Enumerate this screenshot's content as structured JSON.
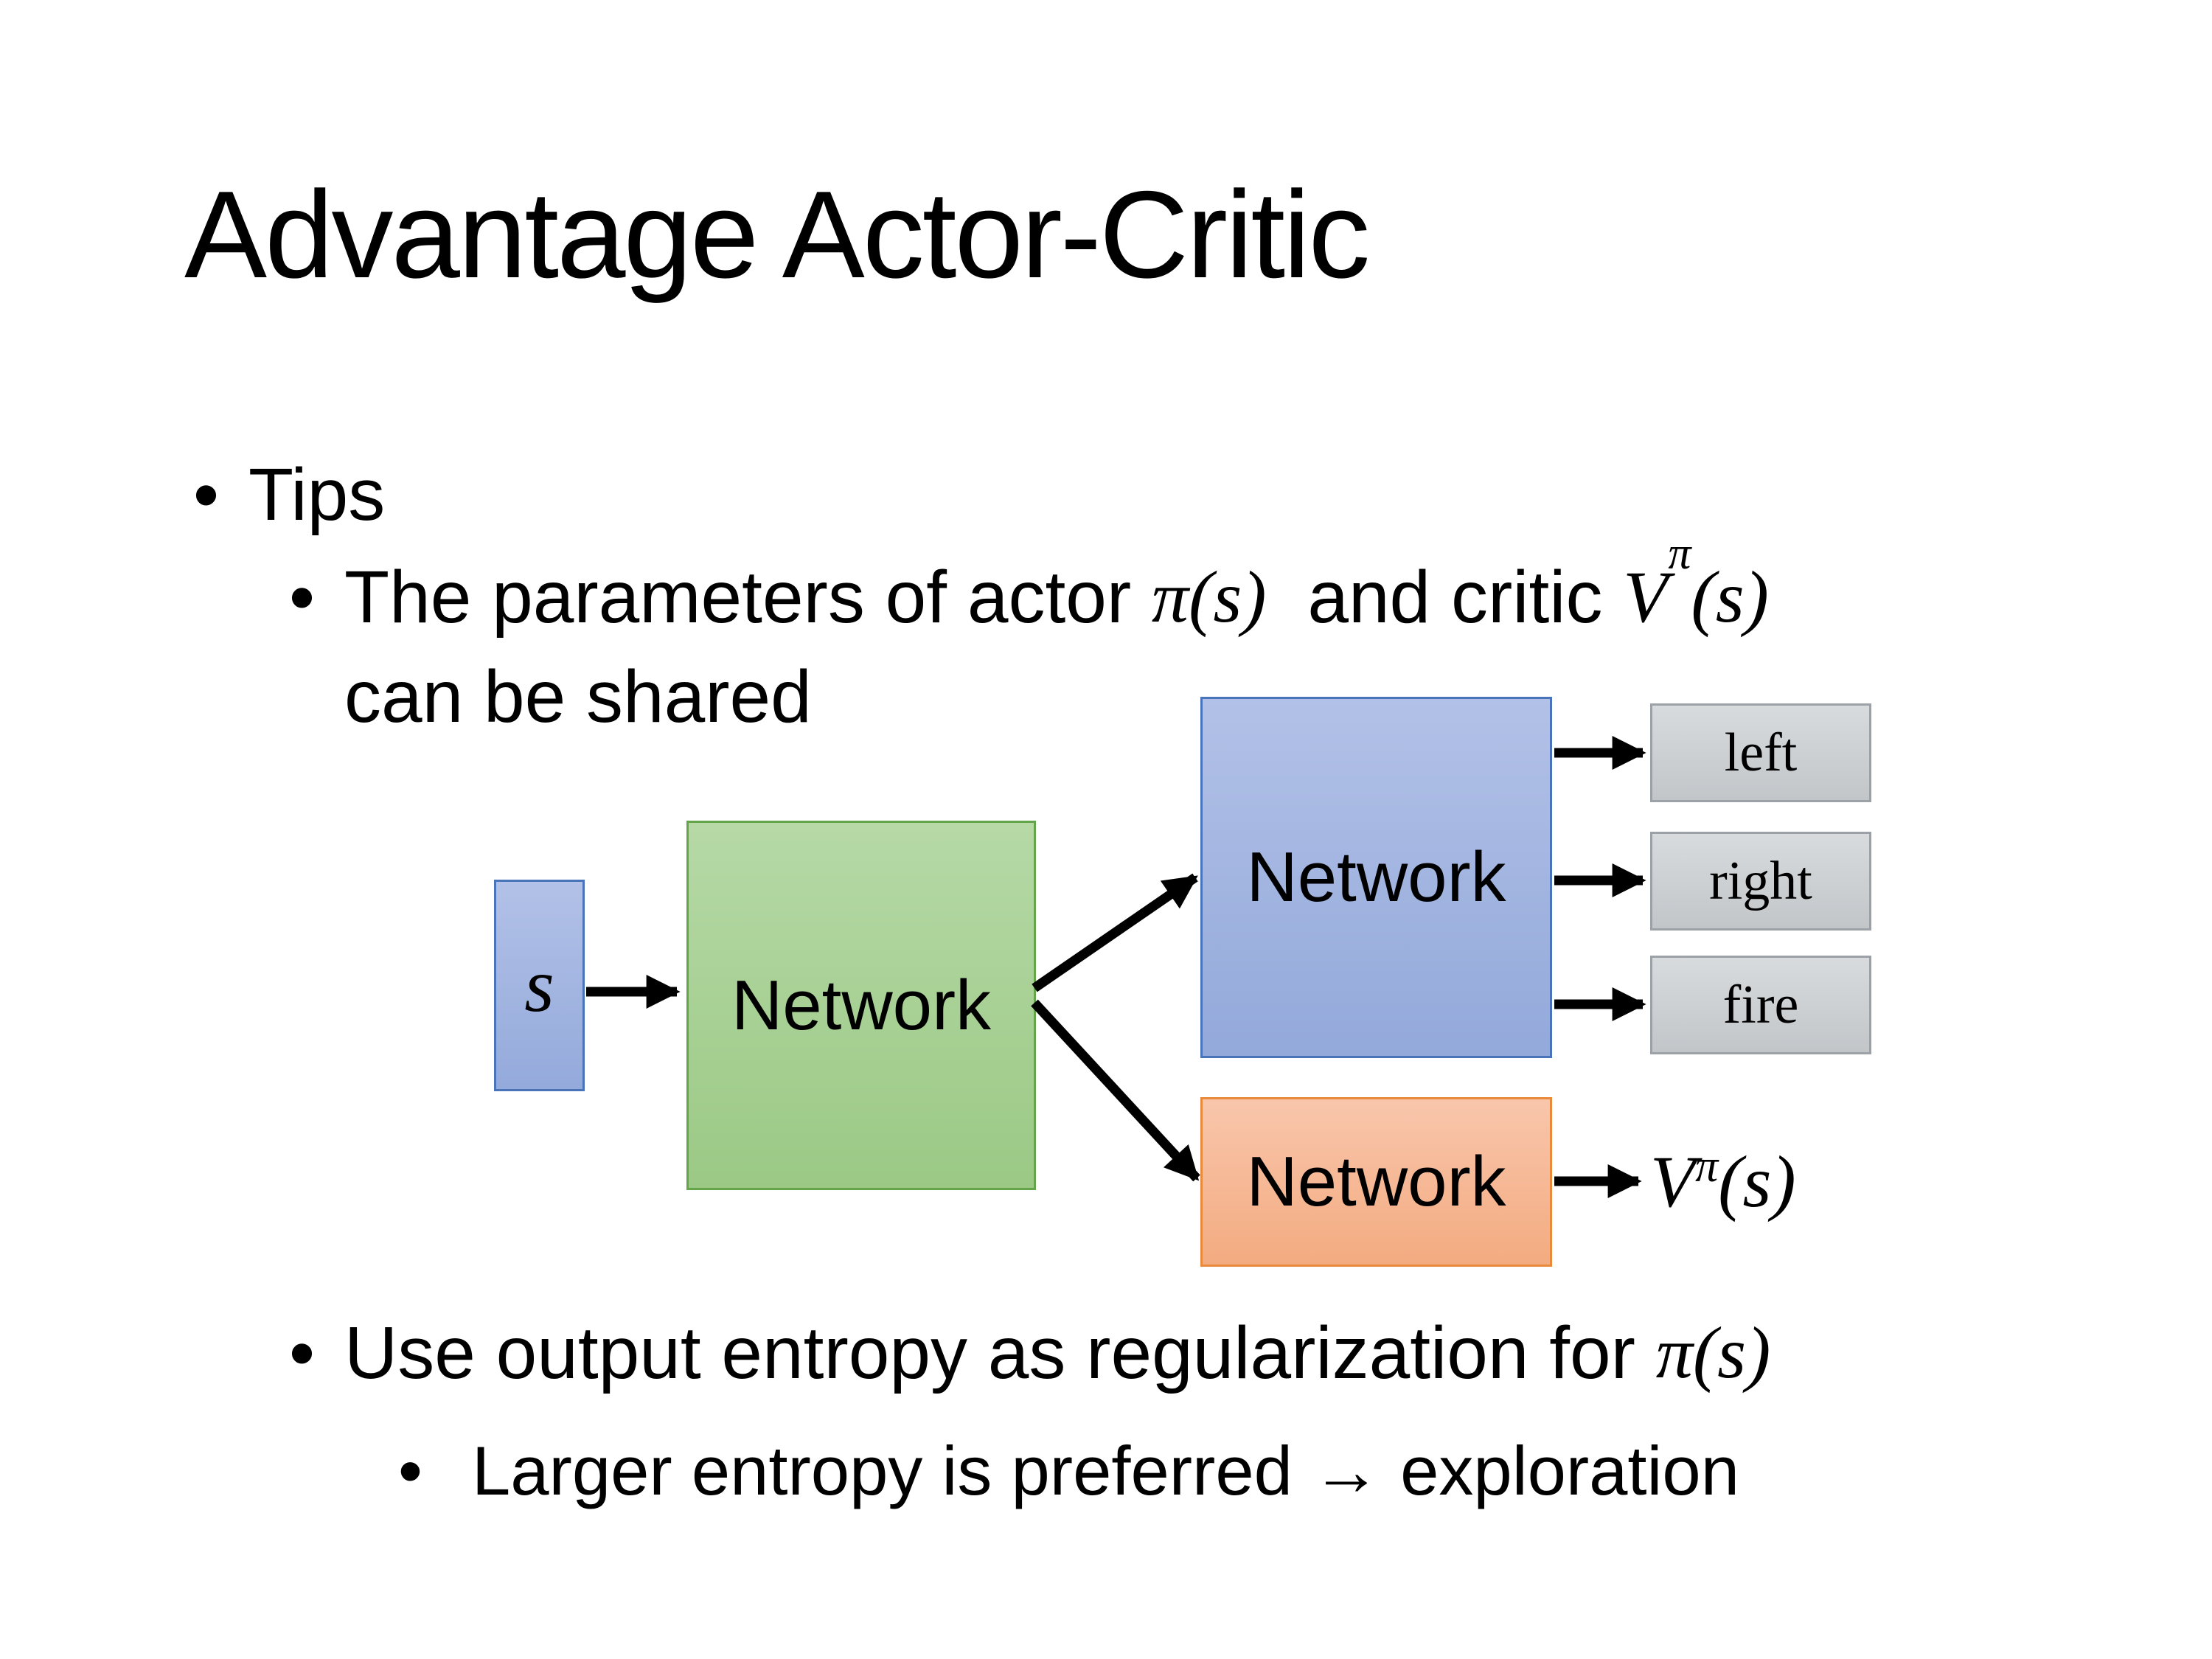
{
  "slide": {
    "title": "Advantage Actor-Critic",
    "bullet_glyph": "•",
    "bullets": {
      "tips": "Tips",
      "shared": {
        "pre": "The parameters of actor ",
        "actor_math": "π(s)",
        "mid": " and critic ",
        "critic_base": "V",
        "critic_sup": "π",
        "critic_args": "(s)",
        "line2": "can be shared"
      },
      "entropy": {
        "pre": "Use output entropy as regularization for ",
        "math": "π(s)"
      },
      "exploration": "Larger entropy is preferred → exploration"
    }
  },
  "diagram": {
    "input_label": "s",
    "shared_network": "Network",
    "actor_network": "Network",
    "critic_network": "Network",
    "actions": [
      "left",
      "right",
      "fire"
    ],
    "critic_output": {
      "base": "V",
      "sup": "π",
      "args": "(s)"
    },
    "colors": {
      "input_fill": "#a3b5e1",
      "input_border": "#4a74ba",
      "shared_fill": "#a8d095",
      "shared_border": "#64a44a",
      "actor_fill": "#a3b4e0",
      "actor_border": "#4a74ba",
      "critic_fill": "#f6b897",
      "critic_border": "#e8893c",
      "action_fill": "#cdd1d4",
      "action_border": "#9ba1a6",
      "arrow": "#000000",
      "text": "#000000",
      "background": "#ffffff"
    }
  }
}
